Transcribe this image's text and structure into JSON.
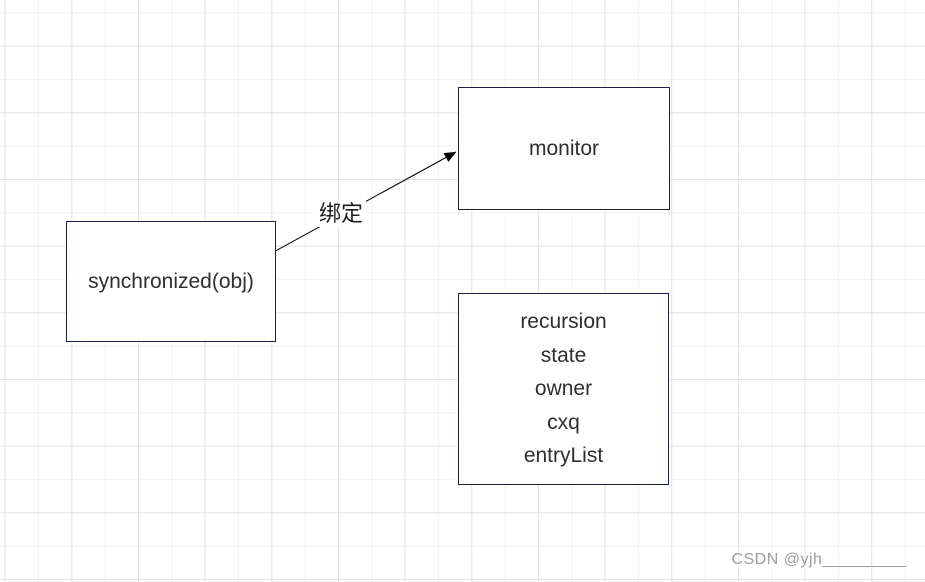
{
  "diagram": {
    "nodes": {
      "synchronized": {
        "label": "synchronized(obj)"
      },
      "monitor": {
        "label": "monitor"
      },
      "monitor_fields": {
        "lines": [
          "recursion",
          "state",
          "owner",
          "cxq",
          "entryList"
        ]
      }
    },
    "edge": {
      "label": "绑定",
      "from": "synchronized",
      "to": "monitor"
    },
    "colors": {
      "node_border": "#1b2144",
      "node_fill": "#ffffff",
      "text": "#2f2f2f",
      "arrow": "#000000",
      "grid_minor": "#f2f2f2",
      "grid_major": "#e4e4e4",
      "watermark": "#9e9e9e"
    }
  },
  "watermark": {
    "text": "CSDN @yjh_________"
  }
}
